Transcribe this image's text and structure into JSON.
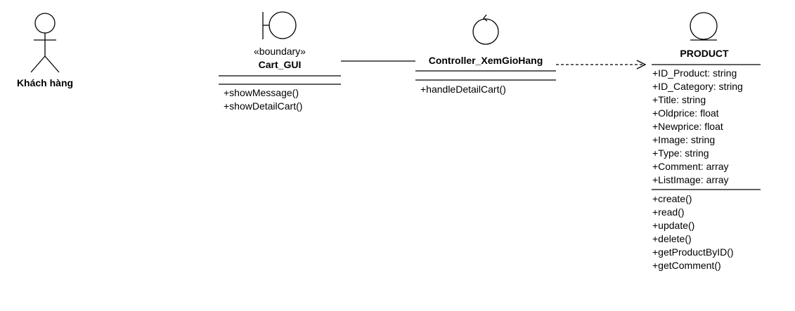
{
  "actor": {
    "name": "Khách hàng"
  },
  "boundary": {
    "stereotype": "«boundary»",
    "name": "Cart_GUI",
    "operations": [
      "+showMessage()",
      "+showDetailCart()"
    ]
  },
  "controller": {
    "name": "Controller_XemGioHang",
    "operations": [
      "+handleDetailCart()"
    ]
  },
  "entity": {
    "name": "PRODUCT",
    "attributes": [
      "+ID_Product: string",
      "+ID_Category: string",
      "+Title: string",
      "+Oldprice: float",
      "+Newprice: float",
      "+Image: string",
      "+Type: string",
      "+Comment: array",
      "+ListImage: array"
    ],
    "operations": [
      "+create()",
      "+read()",
      "+update()",
      "+delete()",
      "+getProductByID()",
      "+getComment()"
    ]
  },
  "colors": {
    "stroke": "#000000",
    "background": "#ffffff"
  }
}
